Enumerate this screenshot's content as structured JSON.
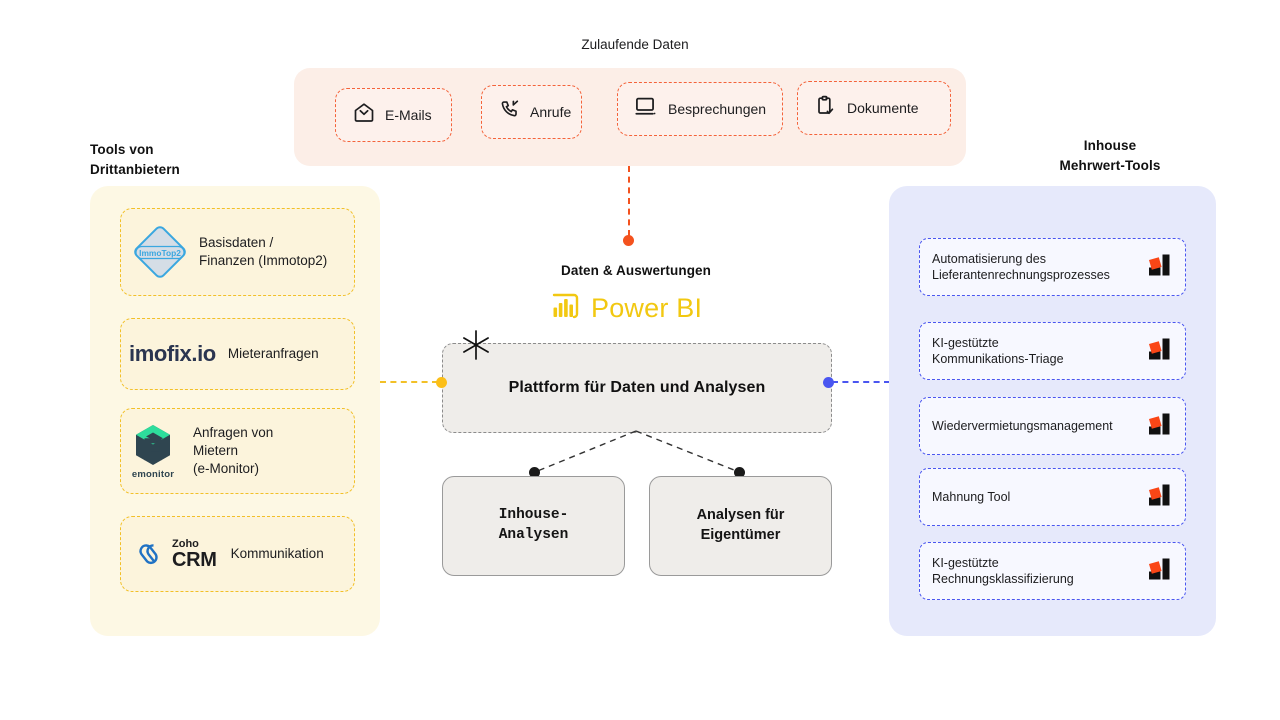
{
  "diagram": {
    "title_top": "Zulaufende Daten",
    "title_left": "Tools von\nDrittanbietern",
    "title_left_line1": "Tools von",
    "title_left_line2": "Drittanbietern",
    "title_center": "Daten & Auswertungen",
    "title_right_line1": "Inhouse",
    "title_right_line2": "Mehrwert-Tools"
  },
  "incoming": {
    "panel_color": "#fceee7",
    "border_color": "#f4633a",
    "items": [
      {
        "label": "E-Mails",
        "icon": "envelope-icon"
      },
      {
        "label": "Anrufe",
        "icon": "phone-incoming-icon"
      },
      {
        "label": "Besprechungen",
        "icon": "monitor-icon"
      },
      {
        "label": "Dokumente",
        "icon": "clipboard-check-icon"
      }
    ]
  },
  "third_party": {
    "panel_color": "#fdf8e4",
    "border_color": "#f2c028",
    "items": [
      {
        "label_line1": "Basisdaten /",
        "label_line2": "Finanzen (Immotop2)",
        "label_line3": "",
        "logo": "immotop2-logo",
        "logo_text": "ImmoTop2"
      },
      {
        "label_line1": "Mieteranfragen",
        "label_line2": "",
        "label_line3": "",
        "logo": "imofix-io-logo",
        "logo_text": "imofix.io"
      },
      {
        "label_line1": "Anfragen von",
        "label_line2": "Mietern",
        "label_line3": "(e-Monitor)",
        "logo": "emonitor-logo",
        "logo_text": "emonitor"
      },
      {
        "label_line1": "Kommunikation",
        "label_line2": "",
        "label_line3": "",
        "logo": "zoho-crm-logo",
        "logo_text_top": "Zoho",
        "logo_text_bottom": "CRM"
      }
    ]
  },
  "center": {
    "powerbi_label": "Power BI",
    "powerbi_color": "#f2c811",
    "platform_label": "Plattform für Daten und Analysen",
    "connector_left_color": "#fcbf18",
    "connector_right_color": "#4a56f0",
    "connector_top_color": "#f4521e",
    "outputs": [
      {
        "line1": "Inhouse-",
        "line2": "Analysen"
      },
      {
        "line1": "Analysen für",
        "line2": "Eigentümer"
      }
    ]
  },
  "inhouse_tools": {
    "panel_color": "#e6e9fb",
    "border_color": "#4a56f0",
    "items": [
      {
        "line1": "Automatisierung des",
        "line2": "Lieferantenrechnungsprozesses",
        "icon": "bar-chart-icon"
      },
      {
        "line1": "KI-gestützte",
        "line2": "Kommunikations-Triage",
        "icon": "bar-chart-icon"
      },
      {
        "line1": "Wiedervermietungsmanagement",
        "line2": "",
        "icon": "bar-chart-icon"
      },
      {
        "line1": "Mahnung Tool",
        "line2": "",
        "icon": "bar-chart-icon"
      },
      {
        "line1": "KI-gestützte",
        "line2": "Rechnungsklassifizierung",
        "icon": "bar-chart-icon"
      }
    ]
  }
}
